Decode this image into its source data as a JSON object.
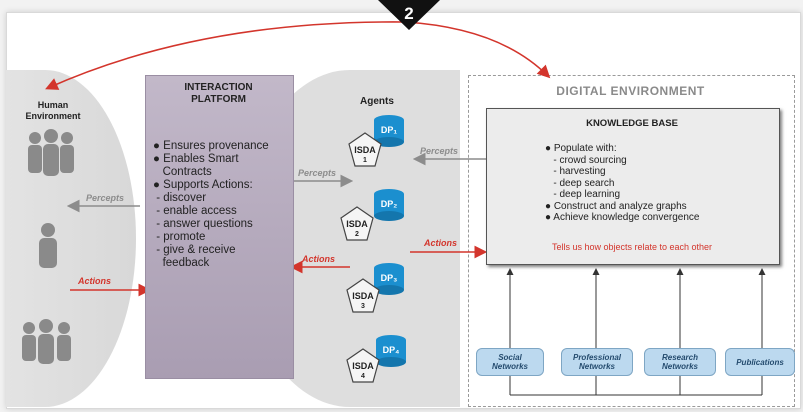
{
  "badge": "2",
  "human": {
    "title": "Human\nEnvironment"
  },
  "platform": {
    "title": "INTERACTION\nPLATFORM",
    "bullets": [
      "Ensures provenance",
      "Enables Smart",
      "Contracts",
      "Supports Actions:"
    ],
    "actions": [
      "discover",
      "enable access",
      "answer questions",
      "promote",
      "give & receive",
      "feedback"
    ]
  },
  "agents": {
    "title": "Agents",
    "items": [
      {
        "dp": "DP₁",
        "isda": "ISDA",
        "num": "1"
      },
      {
        "dp": "DP₂",
        "isda": "ISDA",
        "num": "2"
      },
      {
        "dp": "DP₃",
        "isda": "ISDA",
        "num": "3"
      },
      {
        "dp": "DP₄",
        "isda": "ISDA",
        "num": "4"
      }
    ]
  },
  "flows": {
    "percepts": "Percepts",
    "actions": "Actions"
  },
  "digital": {
    "title": "DIGITAL ENVIRONMENT",
    "kb_title": "KNOWLEDGE BASE",
    "populate": "Populate with:",
    "sources": [
      "crowd sourcing",
      "harvesting",
      "deep search",
      "deep learning"
    ],
    "bullets": [
      "Construct and analyze graphs",
      "Achieve knowledge convergence"
    ],
    "tagline": "Tells us how objects relate to each other",
    "networks": [
      {
        "l1": "Social",
        "l2": "Networks"
      },
      {
        "l1": "Professional",
        "l2": "Networks"
      },
      {
        "l1": "Research",
        "l2": "Networks"
      },
      {
        "l1": "Publications",
        "l2": ""
      }
    ]
  },
  "colors": {
    "accent_red": "#d3352c",
    "platform": "#b0a4b9",
    "network_pill": "#bcd9ef"
  }
}
